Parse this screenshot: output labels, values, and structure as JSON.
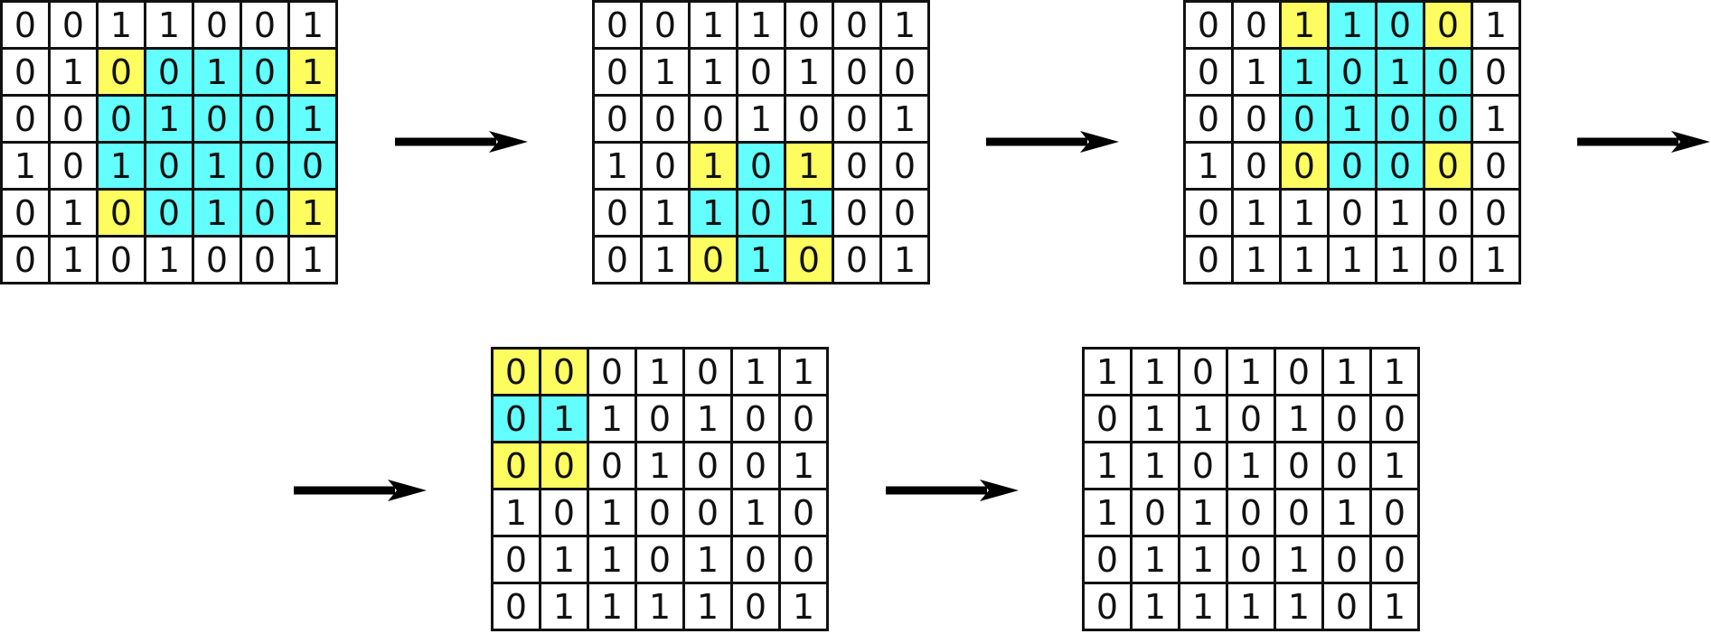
{
  "colors": {
    "highlight_yellow": "#fdfd60",
    "highlight_cyan": "#63fefe",
    "cell_white": "#ffffff",
    "border": "#111111"
  },
  "grids": [
    {
      "cells": [
        [
          "0",
          "0",
          "1",
          "1",
          "0",
          "0",
          "1"
        ],
        [
          "0",
          "1",
          "0",
          "0",
          "1",
          "0",
          "1"
        ],
        [
          "0",
          "0",
          "0",
          "1",
          "0",
          "0",
          "1"
        ],
        [
          "1",
          "0",
          "1",
          "0",
          "1",
          "0",
          "0"
        ],
        [
          "0",
          "1",
          "0",
          "0",
          "1",
          "0",
          "1"
        ],
        [
          "0",
          "1",
          "0",
          "1",
          "0",
          "0",
          "1"
        ]
      ],
      "colors": [
        [
          "w",
          "w",
          "w",
          "w",
          "w",
          "w",
          "w"
        ],
        [
          "w",
          "w",
          "y",
          "c",
          "c",
          "c",
          "y"
        ],
        [
          "w",
          "w",
          "c",
          "c",
          "c",
          "c",
          "c"
        ],
        [
          "w",
          "w",
          "c",
          "c",
          "c",
          "c",
          "c"
        ],
        [
          "w",
          "w",
          "y",
          "c",
          "c",
          "c",
          "y"
        ],
        [
          "w",
          "w",
          "w",
          "w",
          "w",
          "w",
          "w"
        ]
      ]
    },
    {
      "cells": [
        [
          "0",
          "0",
          "1",
          "1",
          "0",
          "0",
          "1"
        ],
        [
          "0",
          "1",
          "1",
          "0",
          "1",
          "0",
          "0"
        ],
        [
          "0",
          "0",
          "0",
          "1",
          "0",
          "0",
          "1"
        ],
        [
          "1",
          "0",
          "1",
          "0",
          "1",
          "0",
          "0"
        ],
        [
          "0",
          "1",
          "1",
          "0",
          "1",
          "0",
          "0"
        ],
        [
          "0",
          "1",
          "0",
          "1",
          "0",
          "0",
          "1"
        ]
      ],
      "colors": [
        [
          "w",
          "w",
          "w",
          "w",
          "w",
          "w",
          "w"
        ],
        [
          "w",
          "w",
          "w",
          "w",
          "w",
          "w",
          "w"
        ],
        [
          "w",
          "w",
          "w",
          "w",
          "w",
          "w",
          "w"
        ],
        [
          "w",
          "w",
          "y",
          "c",
          "y",
          "w",
          "w"
        ],
        [
          "w",
          "w",
          "c",
          "c",
          "c",
          "w",
          "w"
        ],
        [
          "w",
          "w",
          "y",
          "c",
          "y",
          "w",
          "w"
        ]
      ]
    },
    {
      "cells": [
        [
          "0",
          "0",
          "1",
          "1",
          "0",
          "0",
          "1"
        ],
        [
          "0",
          "1",
          "1",
          "0",
          "1",
          "0",
          "0"
        ],
        [
          "0",
          "0",
          "0",
          "1",
          "0",
          "0",
          "1"
        ],
        [
          "1",
          "0",
          "0",
          "0",
          "0",
          "0",
          "0"
        ],
        [
          "0",
          "1",
          "1",
          "0",
          "1",
          "0",
          "0"
        ],
        [
          "0",
          "1",
          "1",
          "1",
          "1",
          "0",
          "1"
        ]
      ],
      "colors": [
        [
          "w",
          "w",
          "y",
          "c",
          "c",
          "y",
          "w"
        ],
        [
          "w",
          "w",
          "c",
          "c",
          "c",
          "c",
          "w"
        ],
        [
          "w",
          "w",
          "c",
          "c",
          "c",
          "c",
          "w"
        ],
        [
          "w",
          "w",
          "y",
          "c",
          "c",
          "y",
          "w"
        ],
        [
          "w",
          "w",
          "w",
          "w",
          "w",
          "w",
          "w"
        ],
        [
          "w",
          "w",
          "w",
          "w",
          "w",
          "w",
          "w"
        ]
      ]
    },
    {
      "cells": [
        [
          "0",
          "0",
          "0",
          "1",
          "0",
          "1",
          "1"
        ],
        [
          "0",
          "1",
          "1",
          "0",
          "1",
          "0",
          "0"
        ],
        [
          "0",
          "0",
          "0",
          "1",
          "0",
          "0",
          "1"
        ],
        [
          "1",
          "0",
          "1",
          "0",
          "0",
          "1",
          "0"
        ],
        [
          "0",
          "1",
          "1",
          "0",
          "1",
          "0",
          "0"
        ],
        [
          "0",
          "1",
          "1",
          "1",
          "1",
          "0",
          "1"
        ]
      ],
      "colors": [
        [
          "y",
          "y",
          "w",
          "w",
          "w",
          "w",
          "w"
        ],
        [
          "c",
          "c",
          "w",
          "w",
          "w",
          "w",
          "w"
        ],
        [
          "y",
          "y",
          "w",
          "w",
          "w",
          "w",
          "w"
        ],
        [
          "w",
          "w",
          "w",
          "w",
          "w",
          "w",
          "w"
        ],
        [
          "w",
          "w",
          "w",
          "w",
          "w",
          "w",
          "w"
        ],
        [
          "w",
          "w",
          "w",
          "w",
          "w",
          "w",
          "w"
        ]
      ]
    },
    {
      "cells": [
        [
          "1",
          "1",
          "0",
          "1",
          "0",
          "1",
          "1"
        ],
        [
          "0",
          "1",
          "1",
          "0",
          "1",
          "0",
          "0"
        ],
        [
          "1",
          "1",
          "0",
          "1",
          "0",
          "0",
          "1"
        ],
        [
          "1",
          "0",
          "1",
          "0",
          "0",
          "1",
          "0"
        ],
        [
          "0",
          "1",
          "1",
          "0",
          "1",
          "0",
          "0"
        ],
        [
          "0",
          "1",
          "1",
          "1",
          "1",
          "0",
          "1"
        ]
      ],
      "colors": [
        [
          "w",
          "w",
          "w",
          "w",
          "w",
          "w",
          "w"
        ],
        [
          "w",
          "w",
          "w",
          "w",
          "w",
          "w",
          "w"
        ],
        [
          "w",
          "w",
          "w",
          "w",
          "w",
          "w",
          "w"
        ],
        [
          "w",
          "w",
          "w",
          "w",
          "w",
          "w",
          "w"
        ],
        [
          "w",
          "w",
          "w",
          "w",
          "w",
          "w",
          "w"
        ],
        [
          "w",
          "w",
          "w",
          "w",
          "w",
          "w",
          "w"
        ]
      ]
    }
  ],
  "arrows": [
    {
      "icon": "right-arrow-icon"
    },
    {
      "icon": "right-arrow-icon"
    },
    {
      "icon": "right-arrow-icon"
    },
    {
      "icon": "right-arrow-icon"
    },
    {
      "icon": "right-arrow-icon"
    }
  ]
}
